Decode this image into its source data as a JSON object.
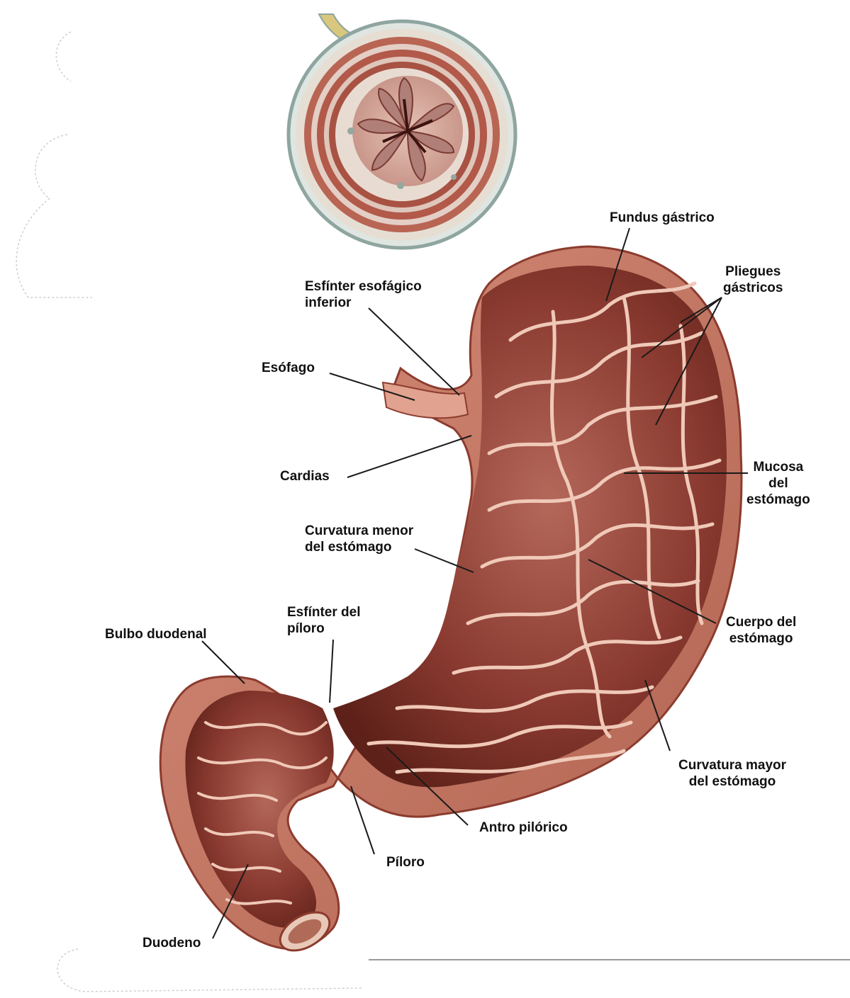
{
  "colors": {
    "tissue_dark": "#7a3027",
    "tissue_mid": "#a5584a",
    "tissue_light": "#d9a08e",
    "fold_highlight": "#f0c9b8",
    "outer_wall": "#c97b68",
    "cross_section_rim": "#8ea5a0",
    "muscle_band": "#b35a48",
    "leader_line": "#1a1a1a",
    "label_text": "#111111"
  },
  "labels": {
    "fundus": "Fundus gástrico",
    "pliegues": "Pliegues\ngástricos",
    "esfinter_esofagico": "Esfínter esofágico\ninferior",
    "esofago": "Esófago",
    "cardias": "Cardias",
    "mucosa": "Mucosa\ndel\nestómago",
    "curvatura_menor": "Curvatura menor\ndel estómago",
    "esfinter_piloro": "Esfínter del\npíloro",
    "bulbo": "Bulbo duodenal",
    "cuerpo": "Cuerpo del\nestómago",
    "curvatura_mayor": "Curvatura mayor\ndel estómago",
    "antro": "Antro pilórico",
    "piloro": "Píloro",
    "duodeno": "Duodeno"
  }
}
